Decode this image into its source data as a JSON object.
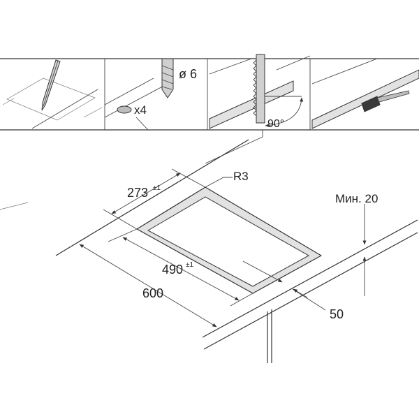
{
  "steps": {
    "drill": {
      "diameter_label": "ø 6"
    },
    "mark": {
      "count_label": "x4"
    },
    "saw": {
      "angle_label": "90°"
    }
  },
  "dimensions": {
    "depth": {
      "value": "273",
      "tolerance": "±1"
    },
    "width": {
      "value": "490",
      "tolerance": "±1"
    },
    "worktop_width": {
      "value": "600"
    },
    "radius": {
      "label": "R3"
    },
    "min_clearance": {
      "label": "Мин. 20"
    },
    "edge_distance": {
      "value": "50"
    }
  },
  "colors": {
    "line": "#333333",
    "panel_fill": "#e2e2e2",
    "pencil_fill": "#cfcfcf",
    "brush": "#3a3a3a"
  }
}
